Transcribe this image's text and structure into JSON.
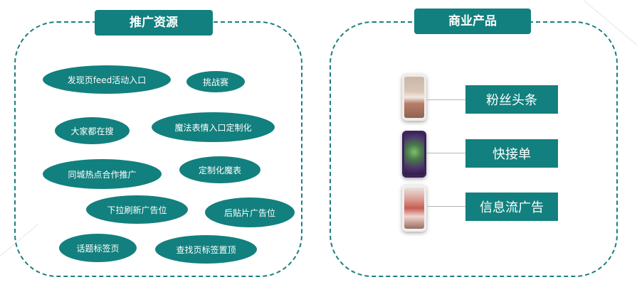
{
  "promotion": {
    "title": "推广资源",
    "items": [
      {
        "label": "发现页feed活动入口"
      },
      {
        "label": "挑战赛"
      },
      {
        "label": "大家都在搜"
      },
      {
        "label": "魔法表情入口定制化"
      },
      {
        "label": "同城热点合作推广"
      },
      {
        "label": "定制化魔表"
      },
      {
        "label": "下拉刷新广告位"
      },
      {
        "label": "后贴片广告位"
      },
      {
        "label": "话题标签页"
      },
      {
        "label": "查找页标签置顶"
      }
    ]
  },
  "products": {
    "title": "商业产品",
    "items": [
      {
        "label": "粉丝头条"
      },
      {
        "label": "快接单"
      },
      {
        "label": "信息流广告"
      }
    ]
  },
  "colors": {
    "accent": "#12807e",
    "border": "#1a7f7c"
  }
}
